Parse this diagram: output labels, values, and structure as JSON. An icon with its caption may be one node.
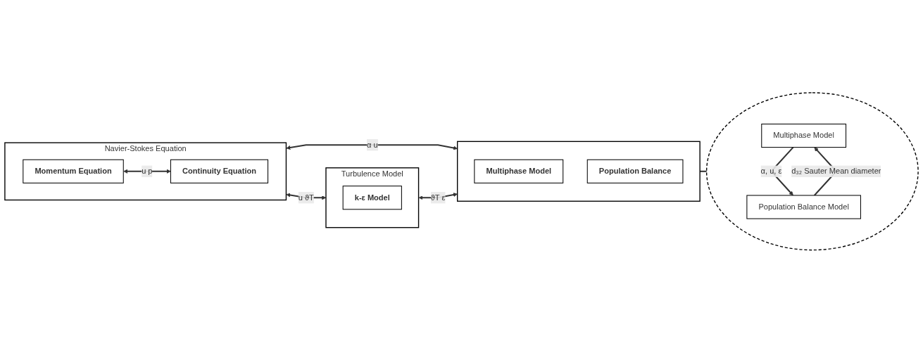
{
  "diagram": {
    "nodes": [
      {
        "text": [
          "Navier-Stokes Equation"
        ]
      },
      {
        "text": [
          "Momentum Equation"
        ],
        "in": 0
      },
      {
        "text": [
          "Continuity Equation"
        ],
        "in": 0
      },
      {
        "text": [
          "Turbulence Model"
        ]
      },
      {
        "text": [
          "k-ε Model"
        ],
        "in": 3
      },
      {
        "text": [],
        "shape": "box"
      },
      {
        "text": [
          "Multiphase Model"
        ],
        "in": 5
      },
      {
        "text": [
          "Population Balance"
        ],
        "in": 5
      },
      {
        "text": [],
        "shape": "ellipse"
      },
      {
        "text": [
          "Multiphase Model"
        ],
        "in": 8
      },
      {
        "text": [
          "Population Balance Model"
        ],
        "in": 8
      }
    ],
    "edges": [
      {
        "from": 1,
        "to": 2,
        "arrow": "both",
        "label": "u p"
      },
      {
        "from": 0,
        "to": 3,
        "arrow": "both",
        "label": "u ϑT"
      },
      {
        "from": 0,
        "to": 5,
        "arrow": "both",
        "label": "α u"
      },
      {
        "from": 3,
        "to": 5,
        "arrow": "both",
        "label": "ϑT ε"
      },
      {
        "from": 5,
        "to": 8,
        "arrow": "to"
      },
      {
        "from": 9,
        "to": 10,
        "arrow": "to",
        "label": "α, u, ε"
      },
      {
        "from": 10,
        "to": 9,
        "arrow": "to",
        "label": "d₃₂ Sauter Mean diameter"
      }
    ]
  }
}
